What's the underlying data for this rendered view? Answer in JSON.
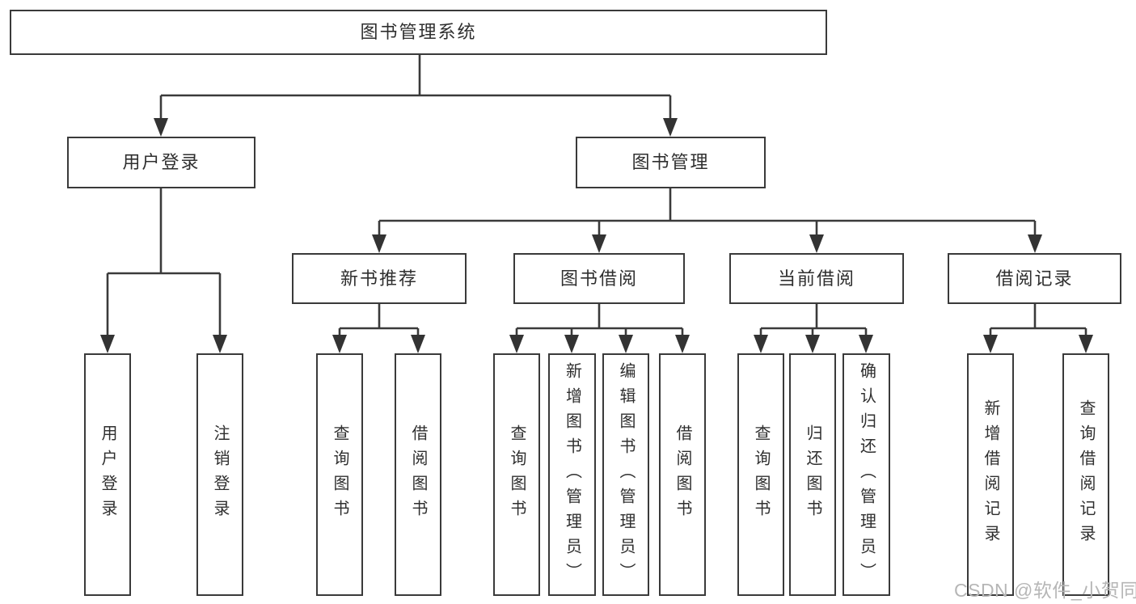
{
  "tree": {
    "label": "图书管理系统",
    "children": [
      {
        "label": "用户登录",
        "children": [
          {
            "label": "用户登录"
          },
          {
            "label": "注销登录"
          }
        ]
      },
      {
        "label": "图书管理",
        "children": [
          {
            "label": "新书推荐",
            "children": [
              {
                "label": "查询图书"
              },
              {
                "label": "借阅图书"
              }
            ]
          },
          {
            "label": "图书借阅",
            "children": [
              {
                "label": "查询图书"
              },
              {
                "label": "新增图书（管理员）"
              },
              {
                "label": "编辑图书（管理员）"
              },
              {
                "label": "借阅图书"
              }
            ]
          },
          {
            "label": "当前借阅",
            "children": [
              {
                "label": "查询图书"
              },
              {
                "label": "归还图书"
              },
              {
                "label": "确认归还（管理员）"
              }
            ]
          },
          {
            "label": "借阅记录",
            "children": [
              {
                "label": "新增借阅记录"
              },
              {
                "label": "查询借阅记录"
              }
            ]
          }
        ]
      }
    ]
  },
  "watermark": "CSDN @软件_小贺同学",
  "colors": {
    "line": "#3a3a3a",
    "text": "#2f2f2f",
    "watermark": "#b6b6b6",
    "background": "#ffffff"
  }
}
